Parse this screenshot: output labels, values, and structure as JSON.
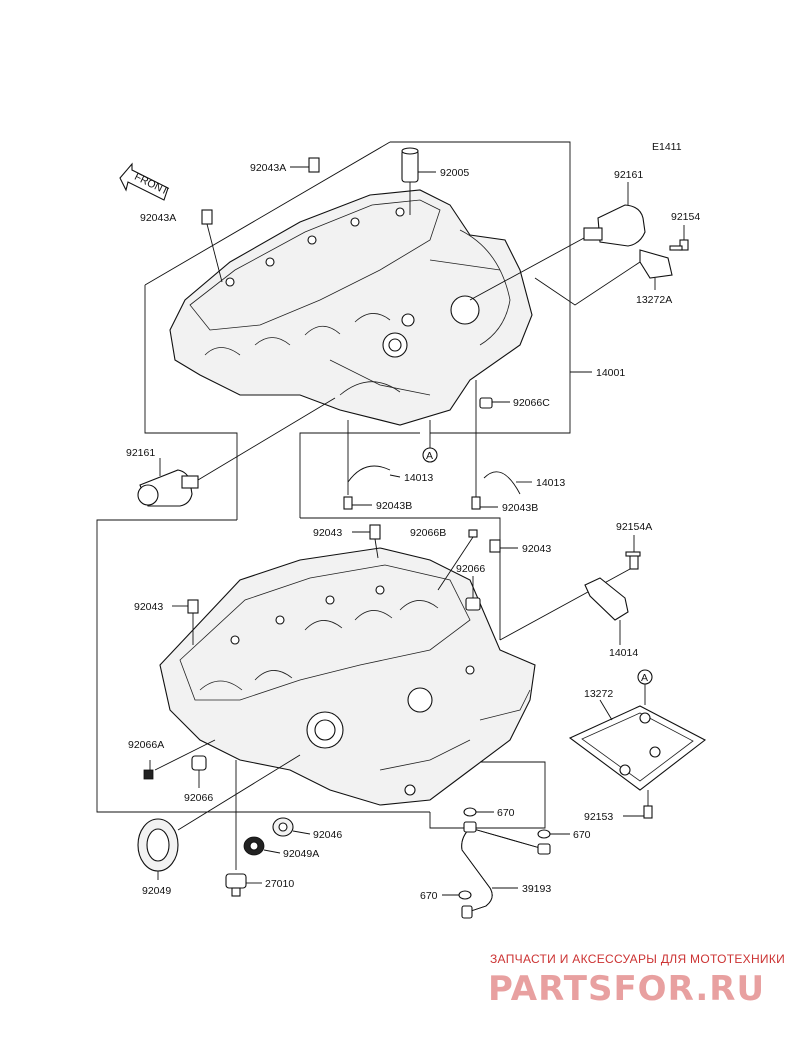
{
  "diagram_code": "E1411",
  "front_label": "FRONT",
  "callout_marker": "A",
  "labels": {
    "p92043A_top": "92043A",
    "p92005": "92005",
    "p92043A_left": "92043A",
    "p92161_top": "92161",
    "p92154": "92154",
    "p13272A": "13272A",
    "p14001": "14001",
    "p92066C": "92066C",
    "p92161_left": "92161",
    "p14013_left": "14013",
    "p14013_right": "14013",
    "p92043B_left": "92043B",
    "p92043B_right": "92043B",
    "p92043_top": "92043",
    "p92066B": "92066B",
    "p92043_right": "92043",
    "p92154A": "92154A",
    "p92066_mid": "92066",
    "p92043_left": "92043",
    "p14014": "14014",
    "p13272": "13272",
    "p92066A": "92066A",
    "p92066_low": "92066",
    "p92153": "92153",
    "p670_top": "670",
    "p670_right": "670",
    "p92046": "92046",
    "p92049A": "92049A",
    "p92049": "92049",
    "p27010": "27010",
    "p670_left": "670",
    "p39193": "39193"
  },
  "watermark": {
    "caption": "ЗАПЧАСТИ И АКСЕССУАРЫ ДЛЯ МОТОТЕХНИКИ",
    "brand": "PARTSFOR.RU"
  }
}
